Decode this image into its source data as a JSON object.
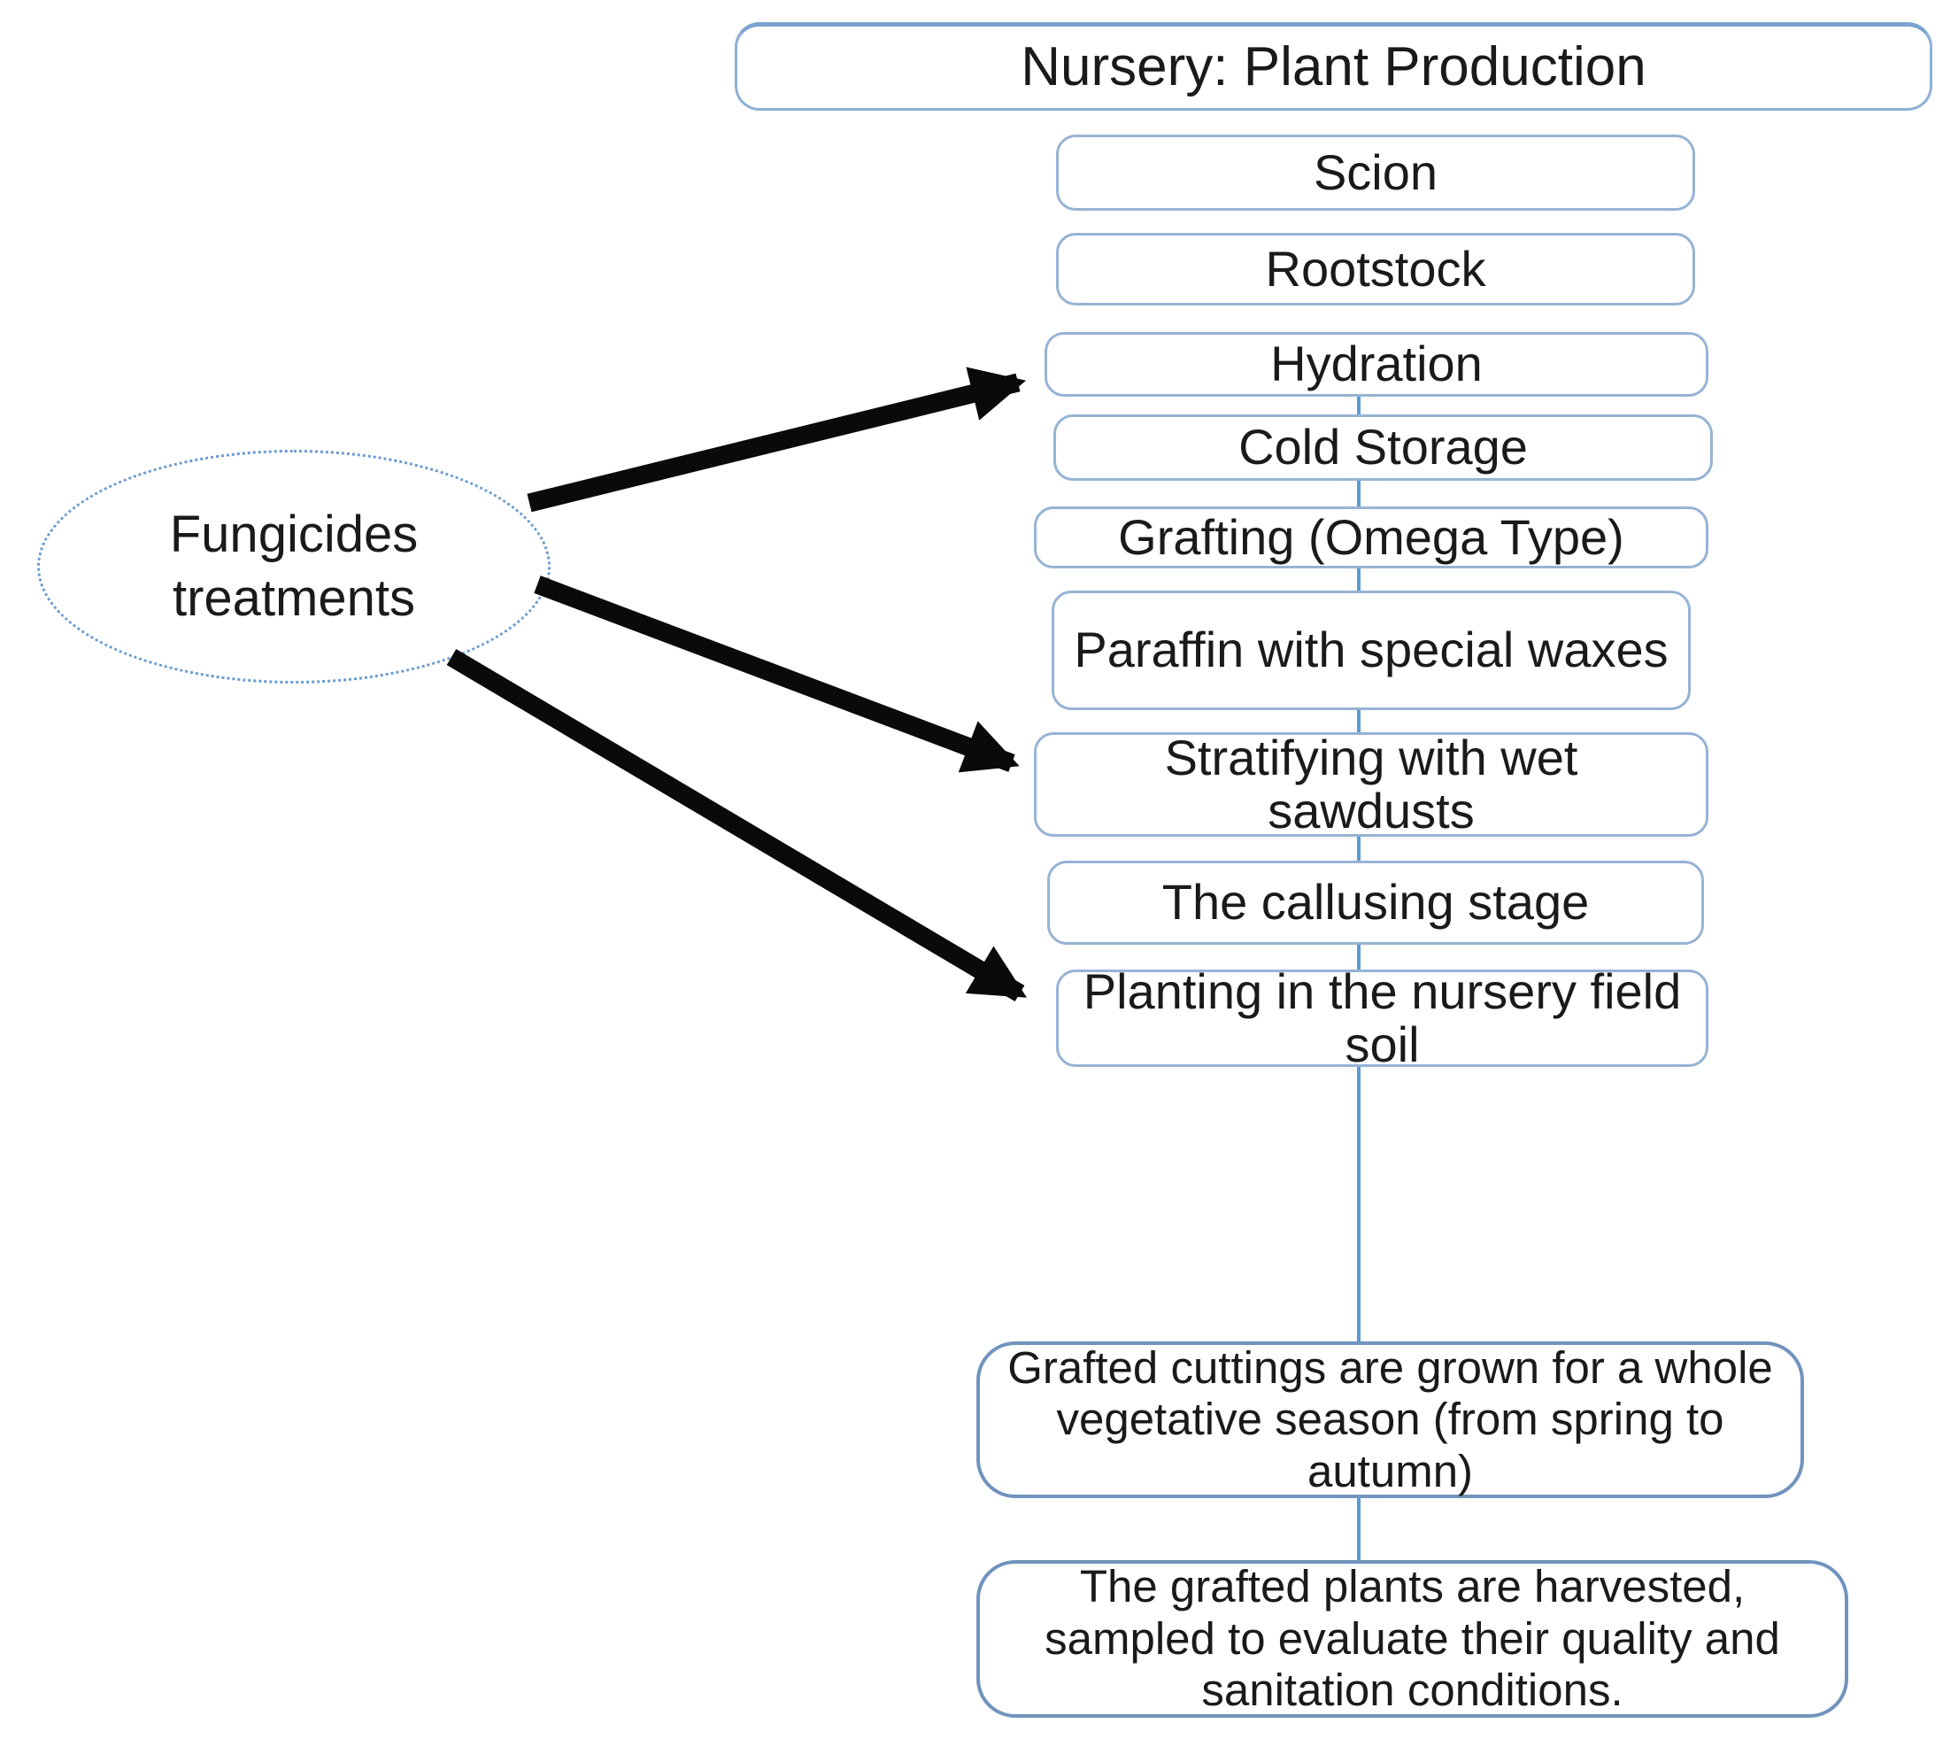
{
  "colors": {
    "background": "#ffffff",
    "box_border_light": "#96b3d4",
    "box_border_dark": "#7193bd",
    "connector_blue": "#5b9bd5",
    "ellipse_border": "#6b9bd2",
    "arrow_black": "#0a0a0a",
    "text": "#1a1a1a"
  },
  "flowchart": {
    "title": "Nursery: Plant Production",
    "main_steps": [
      "Scion",
      "Rootstock",
      "Hydration",
      "Cold Storage",
      "Grafting (Omega Type)",
      "Paraffin with special waxes",
      "Stratifying with  wet sawdusts",
      "The callusing stage",
      "Planting in the nursery field soil"
    ],
    "outcome_steps": [
      "Grafted  cuttings  are grown for a whole vegetative season (from spring to autumn)",
      "The grafted plants are harvested, sampled to evaluate their quality and sanitation conditions."
    ],
    "side_node": {
      "label": "Fungicides treatments"
    },
    "connections": {
      "sequence": [
        [
          "Hydration",
          "Cold Storage"
        ],
        [
          "Cold Storage",
          "Grafting (Omega Type)"
        ],
        [
          "Grafting (Omega Type)",
          "Paraffin with special waxes"
        ],
        [
          "Paraffin with special waxes",
          "Stratifying with  wet sawdusts"
        ],
        [
          "Stratifying with  wet sawdusts",
          "The callusing stage"
        ],
        [
          "The callusing stage",
          "Planting in the nursery field soil"
        ],
        [
          "Planting in the nursery field soil",
          "Grafted  cuttings  are grown for a whole vegetative season (from spring to autumn)"
        ],
        [
          "Grafted  cuttings  are grown for a whole vegetative season (from spring to autumn)",
          "The grafted plants are harvested, sampled to evaluate their quality and sanitation conditions."
        ]
      ],
      "fungicide_arrow_targets": [
        "Hydration",
        "Stratifying with  wet sawdusts",
        "Planting in the nursery field soil"
      ]
    }
  }
}
